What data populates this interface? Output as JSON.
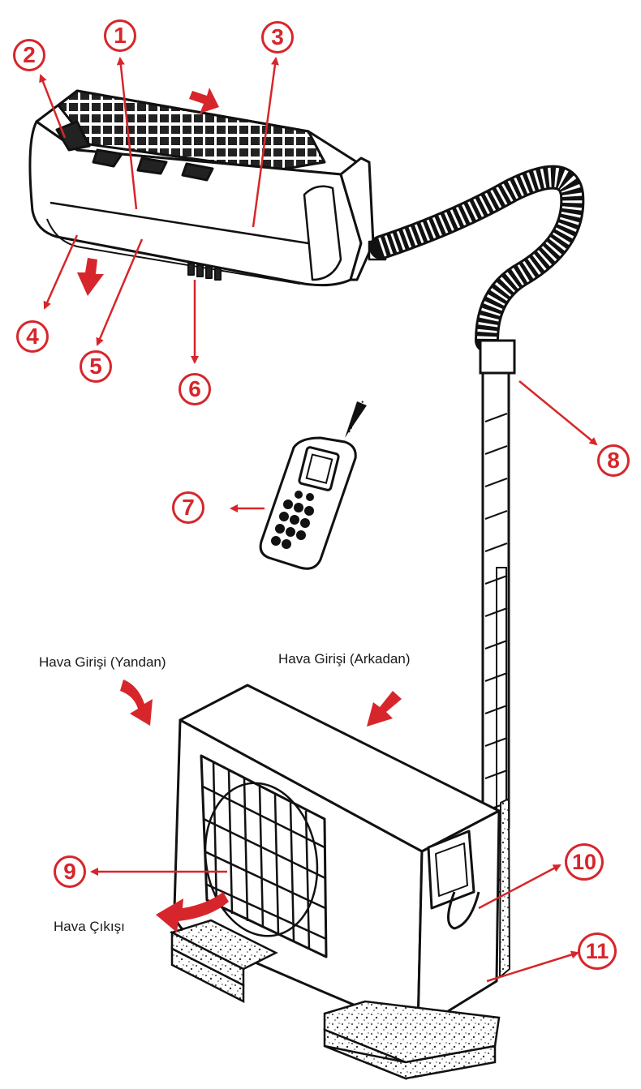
{
  "callouts": [
    {
      "id": "c1",
      "number": "1"
    },
    {
      "id": "c2",
      "number": "2"
    },
    {
      "id": "c3",
      "number": "3"
    },
    {
      "id": "c4",
      "number": "4"
    },
    {
      "id": "c5",
      "number": "5"
    },
    {
      "id": "c6",
      "number": "6"
    },
    {
      "id": "c7",
      "number": "7"
    },
    {
      "id": "c8",
      "number": "8"
    },
    {
      "id": "c9",
      "number": "9"
    },
    {
      "id": "c10",
      "number": "10"
    },
    {
      "id": "c11",
      "number": "11"
    }
  ],
  "labels": {
    "air_inlet_side": "Hava Girişi (Yandan)",
    "air_inlet_back": "Hava Girişi (Arkadan)",
    "air_outlet": "Hava Çıkışı"
  },
  "colors": {
    "accent": "#d7262b",
    "line": "#111111",
    "background": "#ffffff"
  }
}
